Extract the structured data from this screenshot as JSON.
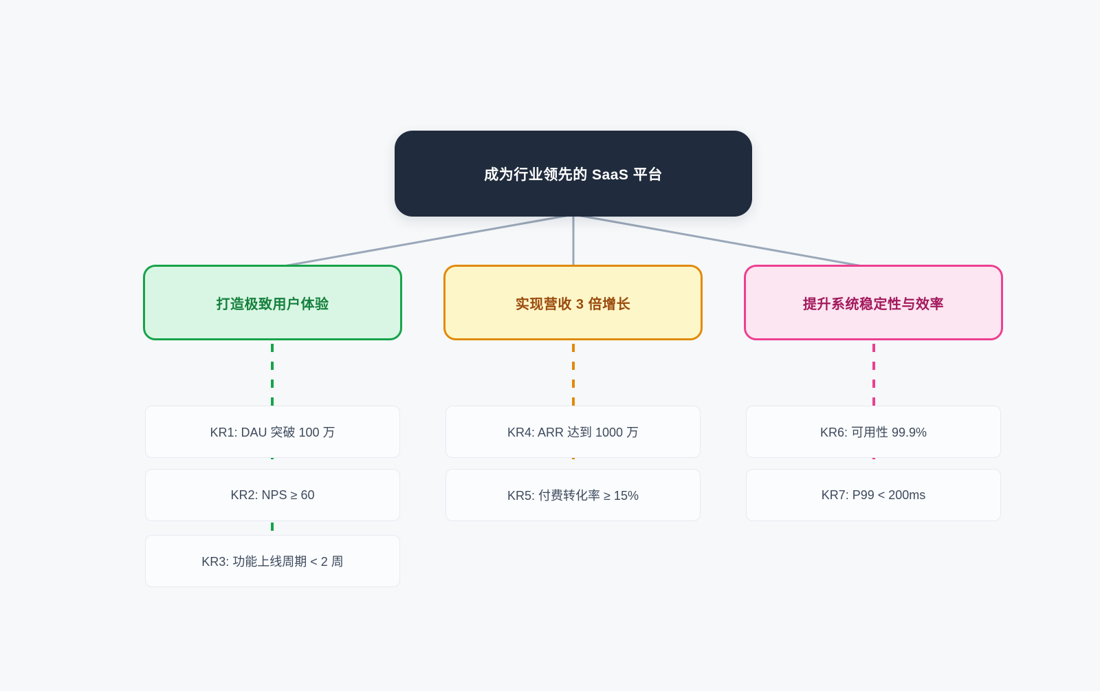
{
  "diagram": {
    "root": {
      "label": "成为行业领先的 SaaS 平台"
    },
    "objectives": [
      {
        "label": "打造极致用户体验",
        "theme": "green",
        "krs": [
          "KR1: DAU 突破 100 万",
          "KR2: NPS ≥ 60",
          "KR3: 功能上线周期 < 2 周"
        ]
      },
      {
        "label": "实现营收 3 倍增长",
        "theme": "amber",
        "krs": [
          "KR4: ARR 达到 1000 万",
          "KR5: 付费转化率 ≥ 15%"
        ]
      },
      {
        "label": "提升系统稳定性与效率",
        "theme": "pink",
        "krs": [
          "KR6: 可用性 99.9%",
          "KR7: P99 < 200ms"
        ]
      }
    ],
    "colors": {
      "background": "#f6f8fa",
      "root_node_fill": "#202b3d",
      "root_node_text": "#ffffff",
      "connector_line": "#9aa7b8",
      "green_border": "#17a34a",
      "green_fill": "#d9f6e4",
      "green_text": "#15803d",
      "amber_border": "#e18a0a",
      "amber_fill": "#fdf6c9",
      "amber_text": "#9a4a0c",
      "pink_border": "#ed3f90",
      "pink_fill": "#fbe6f1",
      "pink_text": "#a3195c",
      "kr_fill": "#fbfcfe",
      "kr_border": "#e7eaf1",
      "kr_text": "#3d4a5c"
    }
  }
}
